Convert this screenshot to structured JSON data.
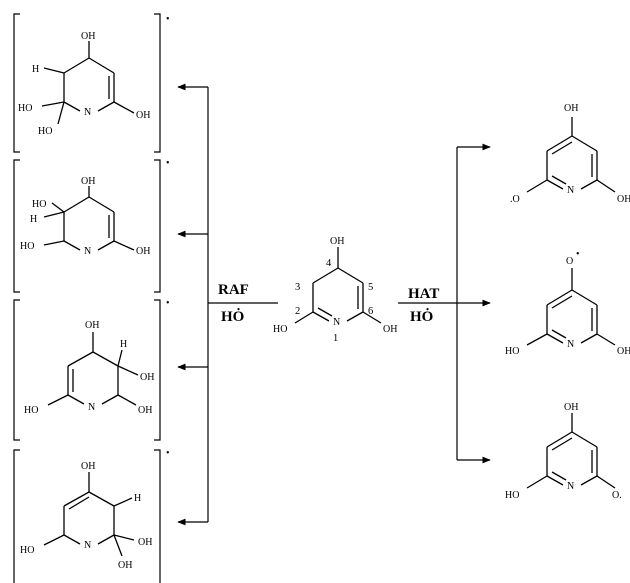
{
  "labels": {
    "oh": "OH",
    "ho": "HO",
    "h": "H",
    "n": "N",
    "o": "O",
    "radical_dot": "•",
    "oxy_radical_left": ".O",
    "oxy_radical_right": "O."
  },
  "atom_numbers": [
    "1",
    "2",
    "3",
    "4",
    "5",
    "6"
  ],
  "conditions": {
    "raf": {
      "name": "RAF",
      "reagent": "HȮ"
    },
    "hat": {
      "name": "HAT",
      "reagent": "HȮ"
    }
  },
  "colors": {
    "ink": "#000000",
    "background": "#ffffff"
  }
}
